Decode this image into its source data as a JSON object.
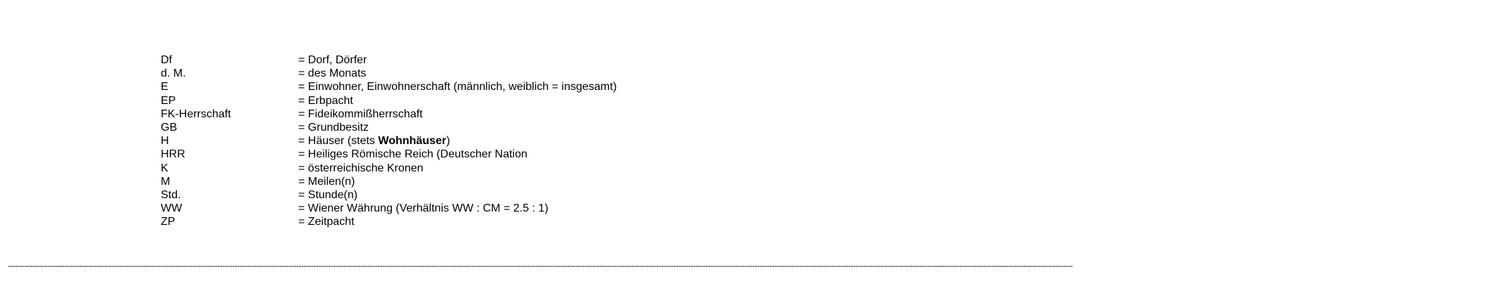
{
  "abbreviations": [
    {
      "abbr": "Df",
      "def": "= Dorf, Dörfer"
    },
    {
      "abbr": "d. M.",
      "def": "= des Monats"
    },
    {
      "abbr": "E",
      "def": "= Einwohner, Einwohnerschaft (männlich, weiblich = insgesamt)"
    },
    {
      "abbr": "EP",
      "def": "= Erbpacht"
    },
    {
      "abbr": "FK-Herrschaft",
      "def": "= Fideikommißherrschaft"
    },
    {
      "abbr": "GB",
      "def": "= Grundbesitz"
    },
    {
      "abbr": "H",
      "def": "= Häuser (stets ",
      "def_bold": "Wohnhäuser",
      "def_after": ")"
    },
    {
      "abbr": "HRR",
      "def": "= Heiliges Römische Reich (Deutscher Nation"
    },
    {
      "abbr": "K",
      "def": "= österreichische Kronen"
    },
    {
      "abbr": "M",
      "def": "= Meilen(n)"
    },
    {
      "abbr": "Std.",
      "def": "= Stunde(n)"
    },
    {
      "abbr": "WW",
      "def": "= Wiener Währung (Verhältnis WW : CM = 2.5 : 1)"
    },
    {
      "abbr": "ZP",
      "def": "= Zeitpacht"
    }
  ],
  "separator": "------------------------------------------------------------------------------------------------------------------------------------------------------------------------------------------------------------------------------------------------------------------------------------------------------------------------------------------------------------------------------------------------------------------------------------------------"
}
